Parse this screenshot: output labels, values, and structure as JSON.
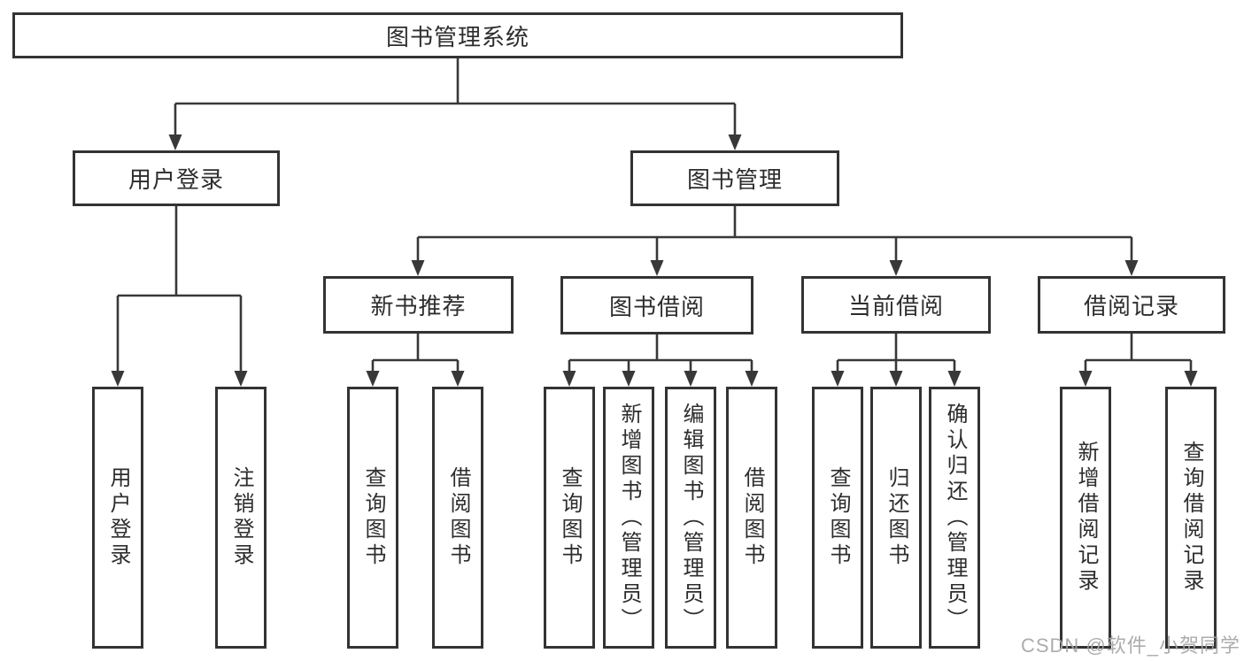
{
  "diagram": {
    "root": "图书管理系统",
    "level2": {
      "user_login": "用户登录",
      "book_management": "图书管理"
    },
    "level3": {
      "new_book_recommend": "新书推荐",
      "book_borrow": "图书借阅",
      "current_borrow": "当前借阅",
      "borrow_records": "借阅记录"
    },
    "leaves": {
      "login_1": "用户登录",
      "login_2": "注销登录",
      "new_1": "查询图书",
      "new_2": "借阅图书",
      "borrow_1": "查询图书",
      "borrow_2": "新增图书（管理员）",
      "borrow_3": "编辑图书（管理员）",
      "borrow_4": "借阅图书",
      "cur_1": "查询图书",
      "cur_2": "归还图书",
      "cur_3": "确认归还（管理员）",
      "rec_1": "新增借阅记录",
      "rec_2": "查询借阅记录"
    }
  },
  "watermark": "CSDN @软件_小贺同学",
  "colors": {
    "line": "#383838",
    "border": "#333333",
    "text": "#2d2d2d",
    "watermark": "#a5a5a5",
    "background": "#ffffff"
  }
}
